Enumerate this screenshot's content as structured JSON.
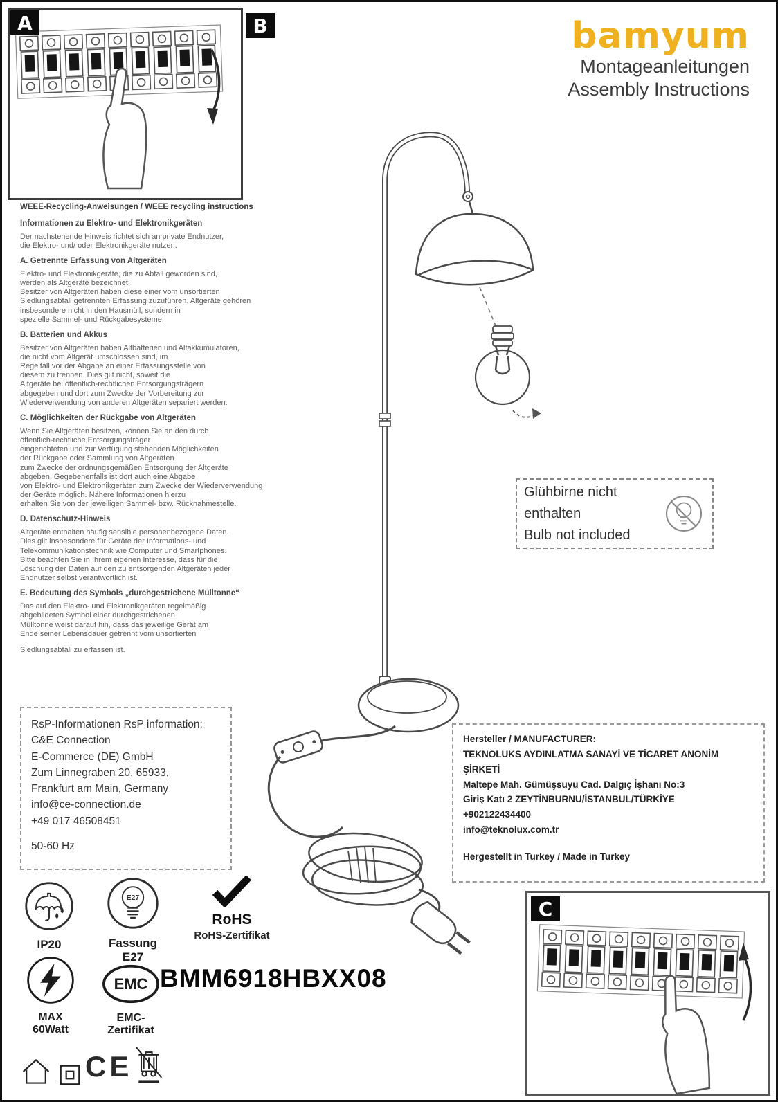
{
  "brand": {
    "logo": "bamyum",
    "subtitle_de": "Montageanleitungen",
    "subtitle_en": "Assembly Instructions"
  },
  "panels": {
    "a": "A",
    "b": "B",
    "c": "C"
  },
  "weee": {
    "title": "WEEE-Recycling-Anweisungen / WEEE recycling instructions",
    "sections": [
      {
        "heading": "Informationen zu Elektro- und Elektronikgeräten",
        "body": "Der nachstehende Hinweis richtet sich an private Endnutzer,\n die Elektro- und/ oder Elektronikgeräte nutzen."
      },
      {
        "heading": "A. Getrennte Erfassung von Altgeräten",
        "body": "Elektro- und Elektronikgeräte, die zu Abfall geworden sind,\n werden als Altgeräte bezeichnet.\nBesitzer von Altgeräten haben diese einer vom unsortierten\nSiedlungsabfall getrennten Erfassung zuzuführen. Altgeräte gehören\ninsbesondere nicht in den Hausmüll, sondern in\nspezielle Sammel- und Rückgabesysteme."
      },
      {
        "heading": "B. Batterien und Akkus",
        "body": "Besitzer von Altgeräten haben Altbatterien und Altakkumulatoren,\n die nicht vom Altgerät umschlossen sind, im\nRegelfall vor der Abgabe an einer Erfassungsstelle von\ndiesem zu trennen. Dies gilt nicht, soweit die\nAltgeräte bei öffentlich-rechtlichen Entsorgungsträgern\nabgegeben und dort zum Zwecke der Vorbereitung zur\nWiederverwendung von anderen Altgeräten separiert werden."
      },
      {
        "heading": "C. Möglichkeiten der Rückgabe von Altgeräten",
        "body": "Wenn Sie Altgeräten besitzen, können Sie an den durch\nöffentlich-rechtliche Entsorgungsträger\neingerichteten und zur Verfügung stehenden Möglichkeiten\nder Rückgabe oder Sammlung von Altgeräten\n zum Zwecke der ordnungsgemäßen Entsorgung der Altgeräte\nabgeben. Gegebenenfalls ist dort auch eine Abgabe\n von Elektro- und Elektronikgeräten zum Zwecke der Wiederverwendung\nder Geräte möglich. Nähere Informationen hierzu\nerhalten Sie von der jeweiligen Sammel- bzw. Rücknahmestelle."
      },
      {
        "heading": "D. Datenschutz-Hinweis",
        "body": "Altgeräte enthalten häufig sensible personenbezogene Daten.\nDies gilt insbesondere für Geräte der Informations- und\nTelekommunikationstechnik wie Computer und Smartphones.\n Bitte beachten Sie in Ihrem eigenen Interesse, dass für die\nLöschung der Daten auf den zu entsorgenden Altgeräten jeder\nEndnutzer selbst verantwortlich ist."
      },
      {
        "heading": "E. Bedeutung des Symbols „durchgestrichene Mülltonne“",
        "body": "Das auf den Elektro- und Elektronikgeräten regelmäßig\n abgebildeten Symbol einer durchgestrichenen\nMülltonne weist darauf hin, dass das jeweilige Gerät am\nEnde seiner Lebensdauer getrennt vom unsortierten"
      }
    ],
    "footer_line": "Siedlungsabfall zu erfassen ist."
  },
  "bulb_notice": {
    "line_de": "Glühbirne nicht enthalten",
    "line_en": "Bulb not included"
  },
  "rsp": {
    "lines": [
      "RsP-Informationen RsP information:",
      "C&E Connection",
      "E-Commerce (DE) GmbH",
      "Zum Linnegraben 20, 65933,",
      "Frankfurt am Main, Germany",
      "info@ce-connection.de",
      "+49 017 46508451",
      "50-60 Hz"
    ]
  },
  "manufacturer": {
    "heading": "Hersteller / MANUFACTURER:",
    "lines": [
      "TEKNOLUKS AYDINLATMA SANAYİ VE TİCARET ANONİM ŞİRKETİ",
      "Maltepe Mah. Gümüşsuyu Cad. Dalgıç İşhanı No:3",
      "Giriş Katı 2 ZEYTİNBURNU/İSTANBUL/TÜRKİYE",
      "+902122434400",
      "info@teknolux.com.tr"
    ],
    "made_in": "Hergestellt in Turkey / Made in Turkey"
  },
  "certifications": {
    "ip_rating": "IP20",
    "socket_icon_text": "E27",
    "socket_label": "Fassung E27",
    "rohs_title": "RoHS",
    "rohs_label": "RoHS-Zertifikat",
    "max_watt": "MAX 60Watt",
    "emc_title": "EMC",
    "emc_label": "EMC-Zertifikat",
    "model_number": "BMM6918HBXX08",
    "ce_mark": "CE"
  },
  "colors": {
    "brand_gold": "#EFB120"
  }
}
